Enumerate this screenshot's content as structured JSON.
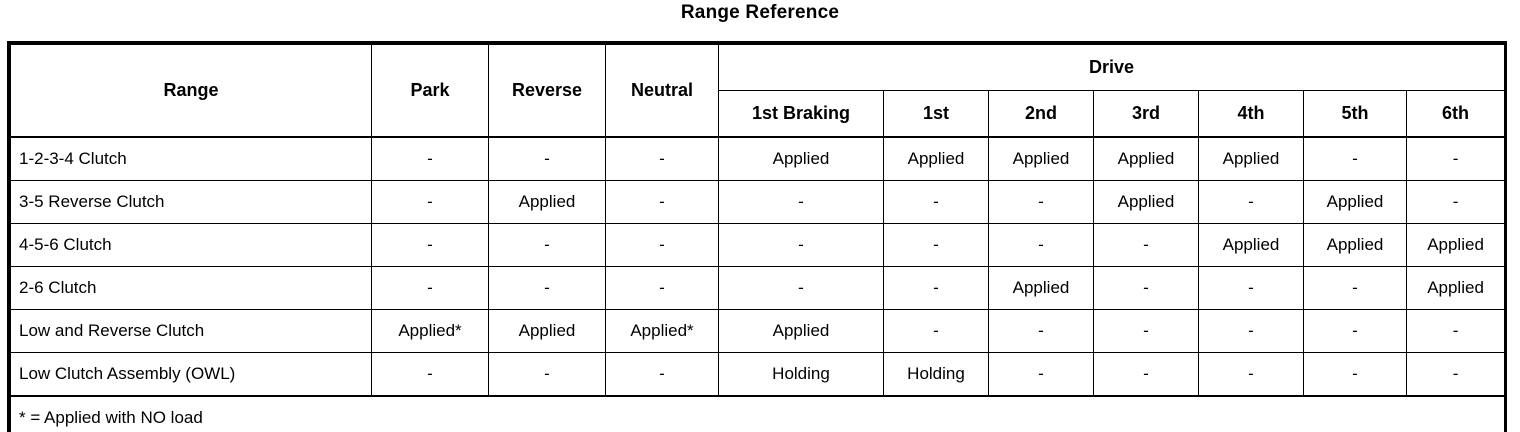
{
  "title": "Range Reference",
  "table": {
    "group_header": {
      "range_label": "Range",
      "park_label": "Park",
      "reverse_label": "Reverse",
      "neutral_label": "Neutral",
      "drive_label": "Drive"
    },
    "drive_subcolumns": [
      "1st Braking",
      "1st",
      "2nd",
      "3rd",
      "4th",
      "5th",
      "6th"
    ],
    "columns": [
      "Range",
      "Park",
      "Reverse",
      "Neutral",
      "1st Braking",
      "1st",
      "2nd",
      "3rd",
      "4th",
      "5th",
      "6th"
    ],
    "rows": [
      {
        "label": "1-2-3-4 Clutch",
        "values": [
          "-",
          "-",
          "-",
          "Applied",
          "Applied",
          "Applied",
          "Applied",
          "Applied",
          "-",
          "-"
        ]
      },
      {
        "label": "3-5 Reverse Clutch",
        "values": [
          "-",
          "Applied",
          "-",
          "-",
          "-",
          "-",
          "Applied",
          "-",
          "Applied",
          "-"
        ]
      },
      {
        "label": "4-5-6 Clutch",
        "values": [
          "-",
          "-",
          "-",
          "-",
          "-",
          "-",
          "-",
          "Applied",
          "Applied",
          "Applied"
        ]
      },
      {
        "label": "2-6 Clutch",
        "values": [
          "-",
          "-",
          "-",
          "-",
          "-",
          "Applied",
          "-",
          "-",
          "-",
          "Applied"
        ]
      },
      {
        "label": "Low and Reverse Clutch",
        "values": [
          "Applied*",
          "Applied",
          "Applied*",
          "Applied",
          "-",
          "-",
          "-",
          "-",
          "-",
          "-"
        ]
      },
      {
        "label": "Low Clutch Assembly (OWL)",
        "values": [
          "-",
          "-",
          "-",
          "Holding",
          "Holding",
          "-",
          "-",
          "-",
          "-",
          "-"
        ]
      }
    ],
    "footnote": "* = Applied with NO load"
  }
}
